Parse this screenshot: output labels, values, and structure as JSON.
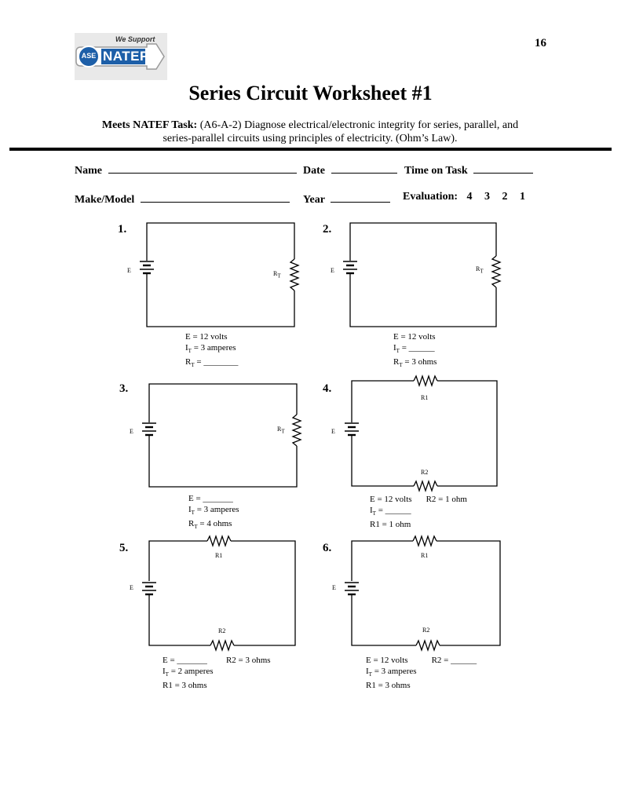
{
  "page_number": "16",
  "logo": {
    "top_text": "We Support",
    "badge": "ASE",
    "brand": "NATEF"
  },
  "title": "Series Circuit Worksheet #1",
  "task": {
    "label": "Meets NATEF Task:",
    "line1": "(A6-A-2)  Diagnose electrical/electronic integrity for series, parallel, and",
    "line2": "series-parallel circuits using principles of electricity. (Ohm’s Law)."
  },
  "form": {
    "name": "Name",
    "date": "Date",
    "time_on_task": "Time on Task",
    "make_model": "Make/Model",
    "year": "Year",
    "evaluation": "Evaluation:",
    "scores": [
      "4",
      "3",
      "2",
      "1"
    ]
  },
  "circuits": [
    {
      "number": "1.",
      "e_label": "E",
      "rt_label": "R",
      "rt_sub": "T",
      "lines": [
        {
          "pre": "E = 12 volts"
        },
        {
          "pre": "I",
          "sub": "T",
          "post": " = 3 amperes"
        },
        {
          "pre": "R",
          "sub": "T",
          "post": " = ________"
        }
      ]
    },
    {
      "number": "2.",
      "e_label": "E",
      "rt_label": "R",
      "rt_sub": "T",
      "lines": [
        {
          "pre": "E = 12 volts"
        },
        {
          "pre": "I",
          "sub": "T",
          "post": " = ______"
        },
        {
          "pre": "R",
          "sub": "T",
          "post": " = 3 ohms"
        }
      ]
    },
    {
      "number": "3.",
      "e_label": "E",
      "rt_label": "R",
      "rt_sub": "T",
      "lines": [
        {
          "pre": "E = _______"
        },
        {
          "pre": "I",
          "sub": "T",
          "post": " = 3 amperes"
        },
        {
          "pre": "R",
          "sub": "T",
          "post": " = 4 ohms"
        }
      ]
    },
    {
      "number": "4.",
      "e_label": "E",
      "r1_label": "R1",
      "r2_label": "R2",
      "lines": [
        {
          "pre": "E = 12 volts",
          "extra": "R2 = 1 ohm"
        },
        {
          "pre": "I",
          "sub": "T",
          "post": " = ______"
        },
        {
          "pre": "R1 = 1 ohm"
        }
      ]
    },
    {
      "number": "5.",
      "e_label": "E",
      "r1_label": "R1",
      "r2_label": "R2",
      "lines": [
        {
          "pre": "E = _______",
          "extra": "R2 =  3 ohms"
        },
        {
          "pre": "I",
          "sub": "T",
          "post": " =  2 amperes"
        },
        {
          "pre": "R1 = 3 ohms"
        }
      ]
    },
    {
      "number": "6.",
      "e_label": "E",
      "r1_label": "R1",
      "r2_label": "R2",
      "lines": [
        {
          "pre": "E = 12 volts",
          "extra": "R2 = ______"
        },
        {
          "pre": "I",
          "sub": "T",
          "post": " = 3 amperes"
        },
        {
          "pre": "R1 = 3 ohms"
        }
      ]
    }
  ]
}
